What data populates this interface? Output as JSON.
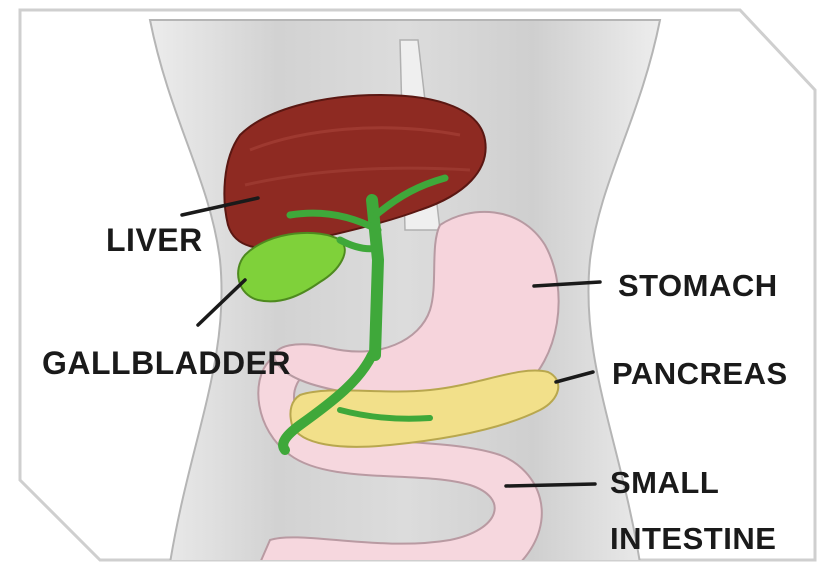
{
  "diagram": {
    "labels": {
      "liver": "LIVER",
      "gallbladder": "GALLBLADDER",
      "stomach": "STOMACH",
      "pancreas": "PANCREAS",
      "small": "SMALL",
      "intestine": "INTESTINE"
    },
    "colors": {
      "liver": "#8e2a22",
      "gallbladder": "#7fd13a",
      "bile_duct": "#3fa83a",
      "stomach": "#f6d4dc",
      "pancreas": "#f2e08a",
      "torso": "#d3d3d3",
      "background": "#ffffff"
    }
  }
}
